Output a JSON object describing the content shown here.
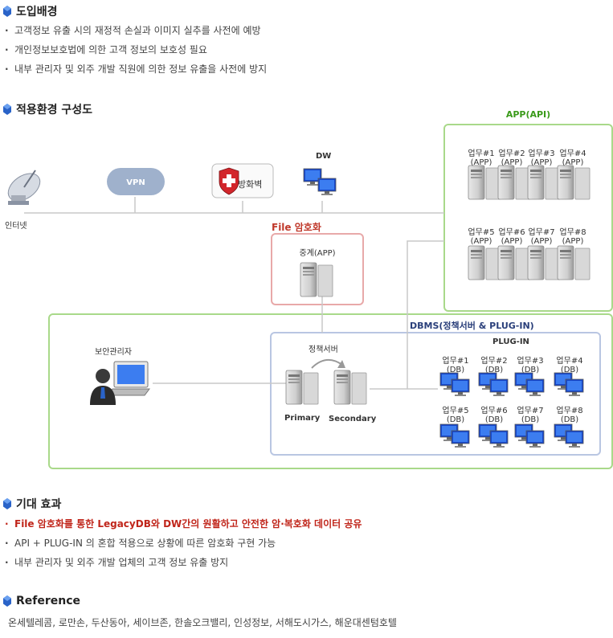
{
  "sections": {
    "background": {
      "title": "도입배경",
      "bullets": [
        "고객정보 유출 시의 재정적 손실과 이미지 실추를 사전에 예방",
        "개인정보보호법에 의한 고객 정보의 보호성 필요",
        "내부 관리자 및 외주 개발 직원에 의한 정보 유출을 사전에 방지"
      ]
    },
    "architecture": {
      "title": "적용환경 구성도"
    },
    "effects": {
      "title": "기대 효과",
      "bullets": [
        "File 암호화를 통한 LegacyDB와 DW간의 원활하고 안전한 암·복호화 데이터 공유",
        "API + PLUG-IN 의 혼합 적용으로 상황에 따른 암호화 구현 가능",
        "내부 관리자 및 외주 개발 업체의 고객 정보 유출 방지"
      ]
    },
    "reference": {
      "title": "Reference",
      "text": "온세텔레콤, 로만손, 두산동아, 세이브존, 한솔오크밸리, 인성정보, 서해도시가스, 해운대센텀호텔"
    }
  },
  "diagram": {
    "internet": "인터넷",
    "vpn": "VPN",
    "firewall": "방화벽",
    "dw": "DW",
    "file_encryption": "File 암호화",
    "relay": "중계(APP)",
    "app_api": "APP(API)",
    "app_units": [
      "업무#1",
      "업무#2",
      "업무#3",
      "업무#4",
      "업무#5",
      "업무#6",
      "업무#7",
      "업무#8"
    ],
    "app_suffix": "(APP)",
    "dbms": "DBMS(정책서버 & PLUG-IN)",
    "security_admin": "보안관리자",
    "policy_server": "정책서버",
    "primary": "Primary",
    "secondary": "Secondary",
    "plugin": "PLUG-IN",
    "db_units": [
      "업무#1",
      "업무#2",
      "업무#3",
      "업무#4",
      "업무#5",
      "업무#6",
      "업무#7",
      "업무#8"
    ],
    "db_suffix": "(DB)"
  },
  "colors": {
    "green_box": "#a9d98a",
    "pink_box": "#e8a9a9",
    "blue_box": "#b9c6e2",
    "app_label": "#3a9a1a",
    "dbms_label": "#2a3f7a",
    "file_label": "#c0392b",
    "highlight": "#c0251a",
    "line": "#c8c8c8"
  }
}
